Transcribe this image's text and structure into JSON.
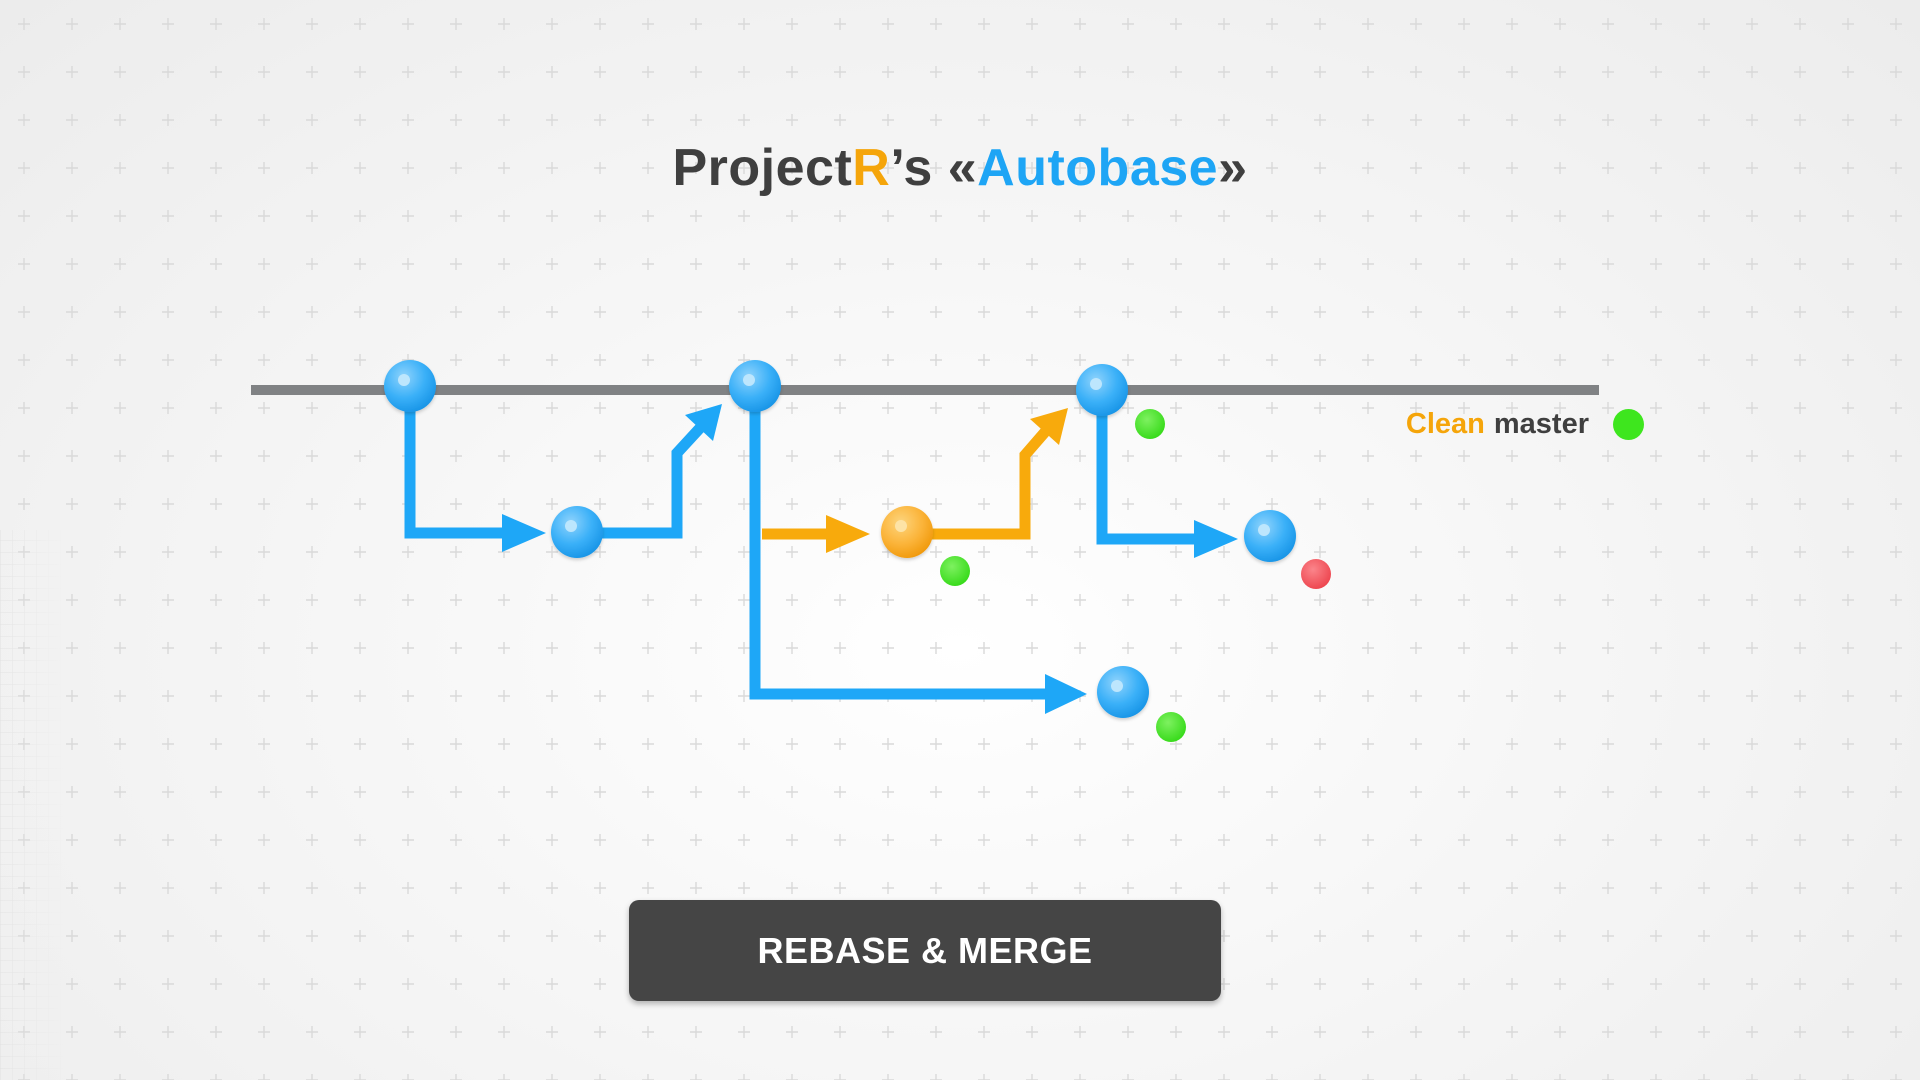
{
  "title": {
    "part1": "Project",
    "part2": "R",
    "part3": "’s «",
    "part4": "Autobase",
    "part5": "»"
  },
  "legend": {
    "word1": "Clean",
    "word2": "master",
    "dot_status": "success"
  },
  "button": {
    "label": "REBASE & MERGE"
  },
  "diagram": {
    "nodes": [
      {
        "id": "m1",
        "color": "blue"
      },
      {
        "id": "b1",
        "color": "blue"
      },
      {
        "id": "m2",
        "color": "blue"
      },
      {
        "id": "b2",
        "color": "orange",
        "status": "success"
      },
      {
        "id": "b3",
        "color": "blue",
        "status": "success"
      },
      {
        "id": "m3",
        "color": "blue",
        "status": "success"
      },
      {
        "id": "b4",
        "color": "blue",
        "status": "failure"
      }
    ]
  },
  "colors": {
    "text_dark": "#3f3f3f",
    "accent_orange": "#f5a50a",
    "accent_blue": "#1ea5f5",
    "branch_blue": "#1ea7f7",
    "branch_orange": "#f8aa0c",
    "master_line": "#808284",
    "status_success": "#3ee61e",
    "status_failure": "#f04a52",
    "button_bg": "#454545"
  }
}
